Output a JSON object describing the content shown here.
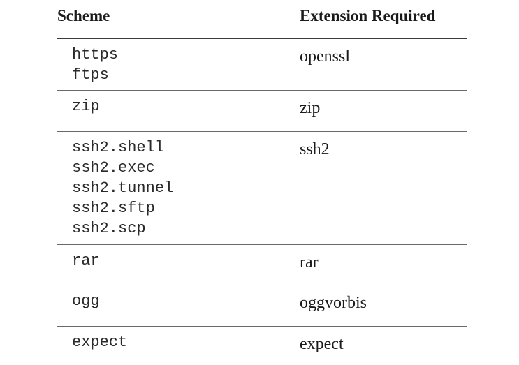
{
  "table": {
    "headers": {
      "scheme": "Scheme",
      "extension": "Extension Required"
    },
    "rows": [
      {
        "schemes": [
          "https",
          "ftps"
        ],
        "extension": "openssl"
      },
      {
        "schemes": [
          "zip"
        ],
        "extension": "zip"
      },
      {
        "schemes": [
          "ssh2.shell",
          "ssh2.exec",
          "ssh2.tunnel",
          "ssh2.sftp",
          "ssh2.scp"
        ],
        "extension": "ssh2"
      },
      {
        "schemes": [
          "rar"
        ],
        "extension": "rar"
      },
      {
        "schemes": [
          "ogg"
        ],
        "extension": "oggvorbis"
      },
      {
        "schemes": [
          "expect"
        ],
        "extension": "expect"
      }
    ]
  }
}
